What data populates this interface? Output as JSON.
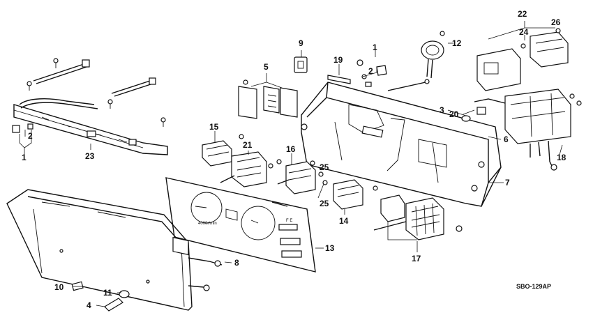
{
  "diagram": {
    "drawing_code": "SBO-129AP",
    "callouts": {
      "c1_left": "1",
      "c1_top": "1",
      "c2_left": "2",
      "c2_top": "2",
      "c3": "3",
      "c4": "4",
      "c5": "5",
      "c6": "6",
      "c7": "7",
      "c8": "8",
      "c9": "9",
      "c10": "10",
      "c11": "11",
      "c12": "12",
      "c13": "13",
      "c14": "14",
      "c15": "15",
      "c16": "16",
      "c17": "17",
      "c18": "18",
      "c19": "19",
      "c20": "20",
      "c21": "21",
      "c22": "22",
      "c23": "23",
      "c24": "24",
      "c25a": "25",
      "c25b": "25",
      "c26": "26"
    },
    "panel_text": {
      "dial_scale": "4000r/min",
      "gauge_mark": "F E"
    }
  }
}
